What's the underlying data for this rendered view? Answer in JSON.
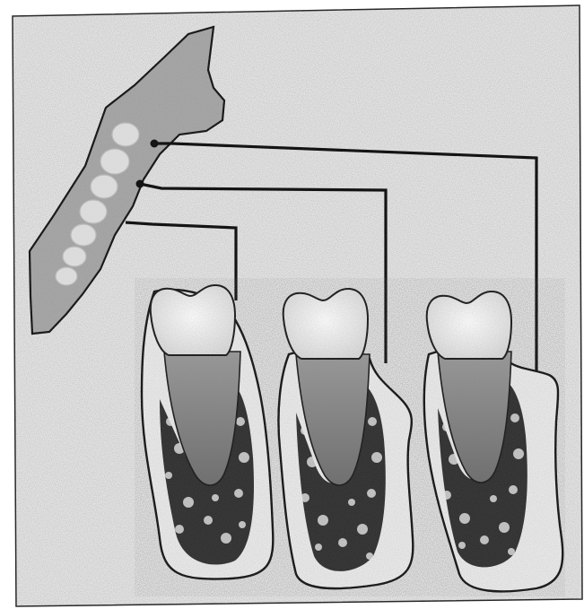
{
  "figure": {
    "kind": "anatomical illustration",
    "background_color": "#ffffff",
    "panel_stipple_color": "#cfcfcf",
    "ink_color": "#141414",
    "tooth_crown_color": "#f4f4f4",
    "root_color": "#8a8a8a",
    "bone_color": "#e8e8e8",
    "trabecular_color": "#1e1e1e",
    "jaw_color": "#a6a6a6",
    "sections": [
      {
        "id": "left"
      },
      {
        "id": "middle"
      },
      {
        "id": "right"
      }
    ]
  }
}
